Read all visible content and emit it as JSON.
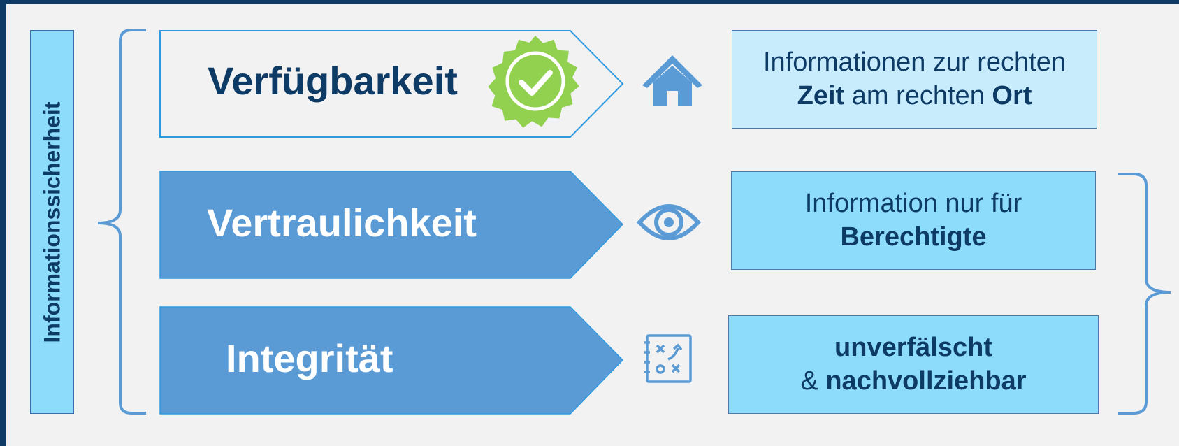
{
  "colors": {
    "background": "#f2f2f2",
    "frame": "#0f3a66",
    "dark_blue": "#0d3b66",
    "arrow_blue": "#5b9bd5",
    "light_cyan": "#8edcfb",
    "pale_cyan": "#c9ecfc",
    "badge_green": "#92d050"
  },
  "left_label": "Informationssicherheit",
  "items": [
    {
      "title": "Verfügbarkeit",
      "icon": "house-icon",
      "badge": "check-badge-icon",
      "description_line1": "Informationen zur rechten",
      "description_line2_bold_a": "Zeit",
      "description_line2_mid": " am rechten ",
      "description_line2_bold_b": "Ort"
    },
    {
      "title": "Vertraulichkeit",
      "icon": "eye-icon",
      "description_line1": "Information nur für",
      "description_line2_bold": "Berechtigte"
    },
    {
      "title": "Integrität",
      "icon": "strategy-board-icon",
      "description_line1_bold": "unverfälscht",
      "description_line2_prefix": "& ",
      "description_line2_bold": "nachvollziehbar"
    }
  ]
}
